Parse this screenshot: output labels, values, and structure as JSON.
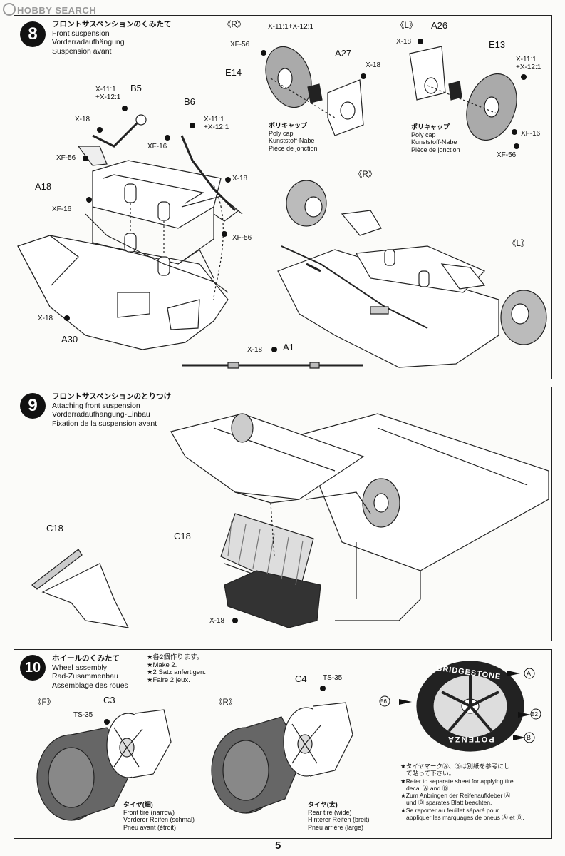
{
  "watermark": "HOBBY SEARCH",
  "page_number": "5",
  "step8": {
    "number": "8",
    "title_jp": "フロントサスペンションのくみたて",
    "title_en": "Front suspension",
    "title_de": "Vorderradaufhängung",
    "title_fr": "Suspension avant",
    "labels": {
      "b5": "B5",
      "b5_mix": "X-11:1\n+X-12:1",
      "b6": "B6",
      "b6_mix": "X-11:1\n+X-12:1",
      "x18_a": "X-18",
      "xf16_a": "XF-16",
      "xf56_a": "XF-56",
      "a18": "A18",
      "xf16_b": "XF-16",
      "x18_b": "X-18",
      "xf56_b": "XF-56",
      "x18_c": "X-18",
      "a30": "A30",
      "r_mark": "《R》",
      "r_mix": "X-11:1+X-12:1",
      "xf56_r": "XF-56",
      "e14": "E14",
      "a27": "A27",
      "x18_r": "X-18",
      "l_mark": "《L》",
      "a26": "A26",
      "x18_l": "X-18",
      "e13": "E13",
      "l_mix": "X-11:1\n+X-12:1",
      "xf16_l": "XF-16",
      "xf56_l": "XF-56",
      "r_mark2": "《R》",
      "l_mark2": "《L》",
      "x18_a1": "X-18",
      "a1": "A1"
    },
    "polycap_r": {
      "jp": "ポリキャップ",
      "en": "Poly cap",
      "de": "Kunststoff-Nabe",
      "fr": "Pièce de jonction"
    },
    "polycap_l": {
      "jp": "ポリキャップ",
      "en": "Poly cap",
      "de": "Kunststoff-Nabe",
      "fr": "Pièce de jonction"
    }
  },
  "step9": {
    "number": "9",
    "title_jp": "フロントサスペンションのとりつけ",
    "title_en": "Attaching front suspension",
    "title_de": "Vorderradaufhängung-Einbau",
    "title_fr": "Fixation de la suspension avant",
    "labels": {
      "c18_a": "C18",
      "c18_b": "C18",
      "x18": "X-18"
    }
  },
  "step10": {
    "number": "10",
    "title_jp": "ホイールのくみたて",
    "title_en": "Wheel assembly",
    "title_de": "Rad-Zusammenbau",
    "title_fr": "Assemblage des roues",
    "make2_jp": "★各2個作ります。",
    "make2_en": "★Make 2.",
    "make2_de": "★2 Satz anfertigen.",
    "make2_fr": "★Faire 2 jeux.",
    "labels": {
      "f_mark": "《F》",
      "ts35_f": "TS-35",
      "c3": "C3",
      "r_mark": "《R》",
      "ts35_r": "TS-35",
      "c4": "C4",
      "tire_brand_top": "BRIDGESTONE",
      "tire_brand_bottom": "POTENZA",
      "decal_a_top": "A",
      "decal_52": "52",
      "decal_56": "56",
      "decal_b": "B"
    },
    "front_tire": {
      "jp": "タイヤ(細)",
      "en": "Front tire (narrow)",
      "de": "Vorderer Reifen (schmal)",
      "fr": "Pneu avant (étroit)"
    },
    "rear_tire": {
      "jp": "タイヤ(太)",
      "en": "Rear tire (wide)",
      "de": "Hinterer Reifen (breit)",
      "fr": "Pneu arrière (large)"
    },
    "decal_note": {
      "jp1": "★タイヤマークⒶ、Ⓑは別紙を参考にし",
      "jp2": "て貼って下さい。",
      "en1": "★Refer to separate sheet for applying tire",
      "en2": "decal Ⓐ and Ⓑ.",
      "de1": "★Zum Anbringen der Reifenaufkleber Ⓐ",
      "de2": "und Ⓑ sparates Blatt beachten.",
      "fr1": "★Se reporter au feuillet séparé pour",
      "fr2": "appliquer les marquages de pneus Ⓐ et Ⓑ."
    }
  }
}
